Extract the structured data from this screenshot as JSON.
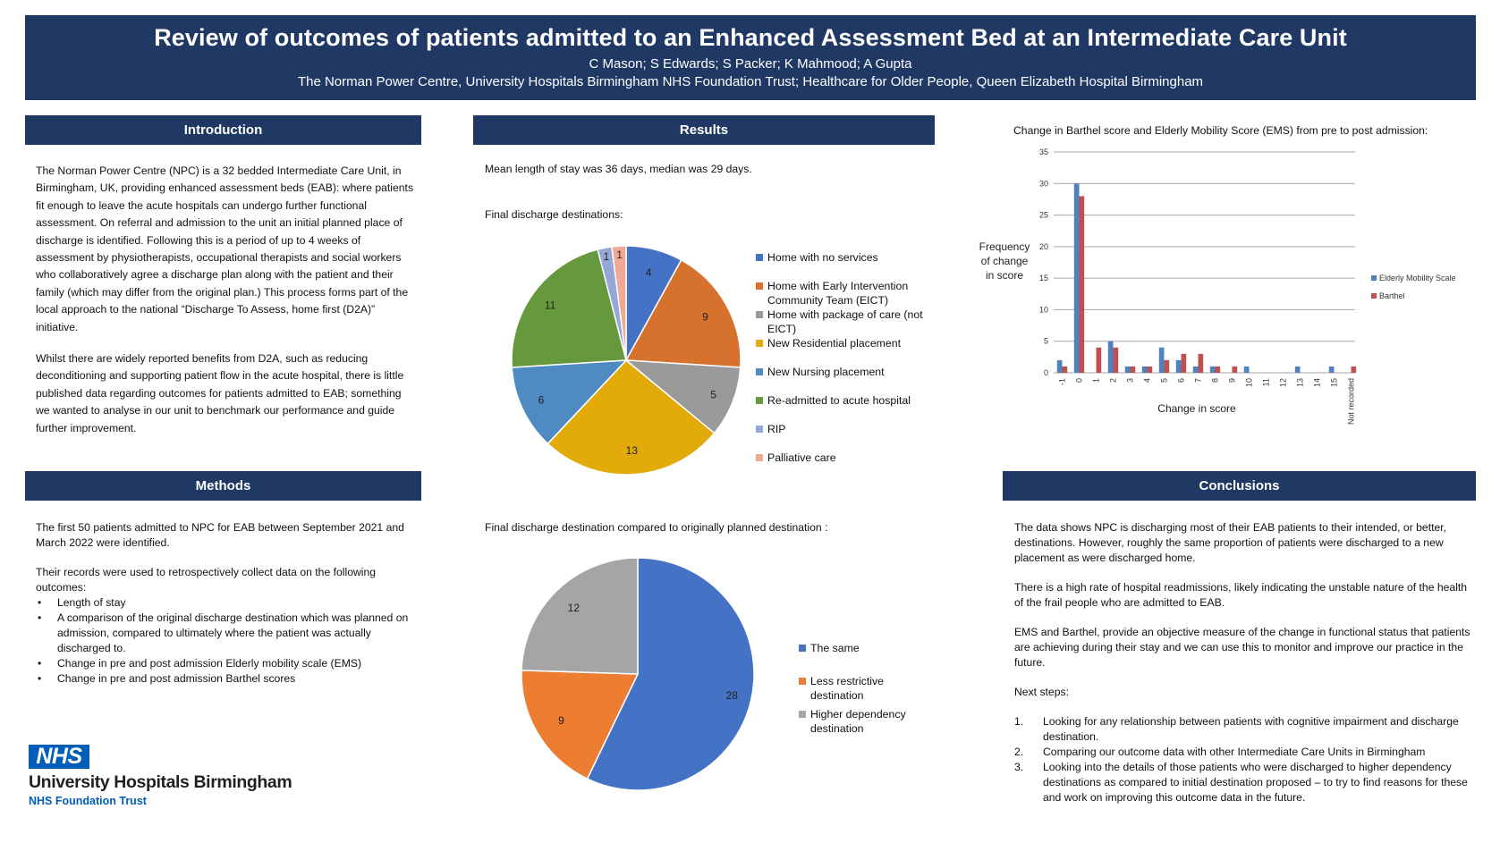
{
  "header": {
    "title": "Review of outcomes of patients admitted to an Enhanced Assessment Bed at an Intermediate Care Unit",
    "authors": "C Mason; S Edwards; S Packer; K Mahmood; A Gupta",
    "affiliation": "The Norman Power Centre, University Hospitals Birmingham NHS Foundation Trust; Healthcare for Older People, Queen Elizabeth Hospital Birmingham"
  },
  "introduction": {
    "heading": "Introduction",
    "p1": "The Norman Power Centre (NPC) is a 32 bedded Intermediate Care Unit, in Birmingham, UK, providing enhanced assessment beds (EAB): where patients fit enough to leave the acute hospitals can undergo further functional assessment. On referral and admission to the unit an initial planned place of discharge is identified. Following this is a period of up to 4 weeks of assessment by physiotherapists, occupational therapists and social workers who collaboratively agree a discharge plan along with the patient and their family (which may differ from the original plan.) This process forms part of the local approach to the national “Discharge To Assess, home first (D2A)” initiative.",
    "p2": "Whilst there are widely reported benefits from D2A, such as reducing deconditioning  and supporting patient flow in the acute hospital, there is little  published data regarding outcomes for patients admitted to EAB; something we wanted to analyse in our unit to benchmark our performance and guide further improvement."
  },
  "methods": {
    "heading": "Methods",
    "p1": "The first 50 patients admitted to NPC for EAB between September 2021 and March 2022 were identified.",
    "p2": "Their records were used to retrospectively collect data on the following outcomes:",
    "bullets": [
      "Length of stay",
      "A comparison of the original discharge destination which was planned on admission, compared to ultimately where the patient was actually discharged to.",
      "Change in pre and post admission Elderly mobility scale (EMS)",
      "Change in pre and post admission Barthel scores"
    ]
  },
  "results": {
    "heading": "Results",
    "stay": "Mean length of stay was 36 days, median was 29 days.",
    "pie1_caption": "Final discharge destinations:",
    "pie2_caption": "Final discharge destination compared to originally planned destination :",
    "bar_caption": "Change in Barthel score and Elderly Mobility Score (EMS) from pre to post admission:"
  },
  "conclusions": {
    "heading": "Conclusions",
    "p1": "The data shows NPC is discharging most of their EAB patients to their intended, or better, destinations. However, roughly the same proportion of patients were discharged to a new placement as were discharged home.",
    "p2": "There is a high rate of hospital readmissions, likely indicating the unstable nature of the health of the frail people who are admitted to EAB.",
    "p3": "EMS and Barthel, provide an objective measure of the change in functional status that patients are achieving during their stay and we can use this to monitor and improve our practice in the future.",
    "next_label": "Next steps:",
    "steps": [
      {
        "n": "1.",
        "text": "Looking for any relationship between patients with cognitive impairment and discharge destination."
      },
      {
        "n": "2.",
        "text": "Comparing our outcome data with other Intermediate Care Units in Birmingham"
      },
      {
        "n": "3.",
        "text": "Looking into the details of those patients who were discharged to higher dependency destinations as compared to initial destination proposed – to try to find reasons for these and work on improving this outcome data in the future."
      }
    ]
  },
  "logo": {
    "nhs": "NHS",
    "name": "University Hospitals Birmingham",
    "trust": "NHS Foundation Trust"
  },
  "chart_data": [
    {
      "type": "pie",
      "labels": [
        "Home with no services",
        "Home with Early Intervention Community Team (EICT)",
        "Home with package of care (not EICT)",
        "New Residential placement",
        "New Nursing placement",
        "Re-admitted to acute hospital",
        "RIP",
        "Palliative care"
      ],
      "values": [
        4,
        9,
        5,
        13,
        6,
        11,
        1,
        1
      ],
      "colors": [
        "#4472c4",
        "#d6712e",
        "#9a9a9a",
        "#e3ab0a",
        "#4f8ac2",
        "#66993d",
        "#95a7d6",
        "#f1a894"
      ]
    },
    {
      "type": "pie",
      "labels": [
        "The same",
        "Less restrictive destination",
        "Higher dependency destination"
      ],
      "values": [
        28,
        9,
        12
      ],
      "colors": [
        "#4472c4",
        "#ed7d31",
        "#a5a5a5"
      ]
    },
    {
      "type": "bar",
      "categories": [
        "-1",
        "0",
        "1",
        "2",
        "3",
        "4",
        "5",
        "6",
        "7",
        "8",
        "9",
        "10",
        "11",
        "12",
        "13",
        "14",
        "15",
        "Not recorded"
      ],
      "series": [
        {
          "name": "Elderly Mobility Scale",
          "values": [
            2,
            30,
            0,
            5,
            1,
            1,
            4,
            2,
            1,
            1,
            0,
            1,
            0,
            0,
            1,
            0,
            1,
            0
          ],
          "color": "#4f81bd"
        },
        {
          "name": "Barthel",
          "values": [
            1,
            28,
            4,
            4,
            1,
            1,
            2,
            3,
            3,
            1,
            1,
            0,
            0,
            0,
            0,
            0,
            0,
            1
          ],
          "color": "#c0504d"
        }
      ],
      "xlabel": "Change in score",
      "ylabel": "Frequency of change in score",
      "ylim": [
        0,
        35
      ],
      "yticks": [
        0,
        5,
        10,
        15,
        20,
        25,
        30,
        35
      ],
      "grid": true,
      "legend": "right"
    }
  ]
}
